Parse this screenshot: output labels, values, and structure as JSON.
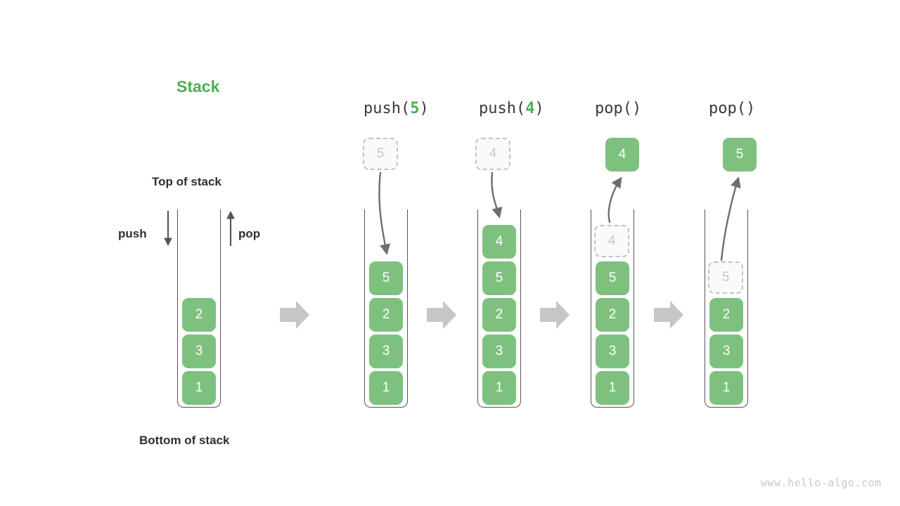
{
  "diagram": {
    "title": "Stack",
    "title_color": "#4CAF50",
    "top_label": "Top of stack",
    "bottom_label": "Bottom of stack",
    "push_label": "push",
    "pop_label": "pop",
    "watermark": "www.hello-algo.com",
    "cell_color": "#7EC17E",
    "ghost_color": "#c8c8c8",
    "arrow_color": "#6e6e6e",
    "flow_arrow_color": "#c6c6c6"
  },
  "stages": [
    {
      "id": "initial",
      "header": null,
      "header_op": null,
      "header_arg": null,
      "cells": [
        "2",
        "3",
        "1"
      ],
      "ghost_in_stack": null,
      "ghost_above": null,
      "floating": null,
      "arrow": "none"
    },
    {
      "id": "push-5",
      "header_op": "push(",
      "header_arg": "5",
      "header_close": ")",
      "cells": [
        "5",
        "2",
        "3",
        "1"
      ],
      "ghost_in_stack": null,
      "ghost_above": "5",
      "floating": null,
      "arrow": "down"
    },
    {
      "id": "push-4",
      "header_op": "push(",
      "header_arg": "4",
      "header_close": ")",
      "cells": [
        "4",
        "5",
        "2",
        "3",
        "1"
      ],
      "ghost_in_stack": null,
      "ghost_above": "4",
      "floating": null,
      "arrow": "down"
    },
    {
      "id": "pop-1",
      "header_op": "pop()",
      "header_arg": "",
      "header_close": "",
      "cells": [
        "5",
        "2",
        "3",
        "1"
      ],
      "ghost_in_stack": "4",
      "ghost_above": null,
      "floating": "4",
      "arrow": "up"
    },
    {
      "id": "pop-2",
      "header_op": "pop()",
      "header_arg": "",
      "header_close": "",
      "cells": [
        "2",
        "3",
        "1"
      ],
      "ghost_in_stack": "5",
      "ghost_above": null,
      "floating": "5",
      "arrow": "up"
    }
  ],
  "flow_arrows": [
    {
      "label": "flow-arrow-1"
    },
    {
      "label": "flow-arrow-2"
    },
    {
      "label": "flow-arrow-3"
    },
    {
      "label": "flow-arrow-4"
    }
  ]
}
